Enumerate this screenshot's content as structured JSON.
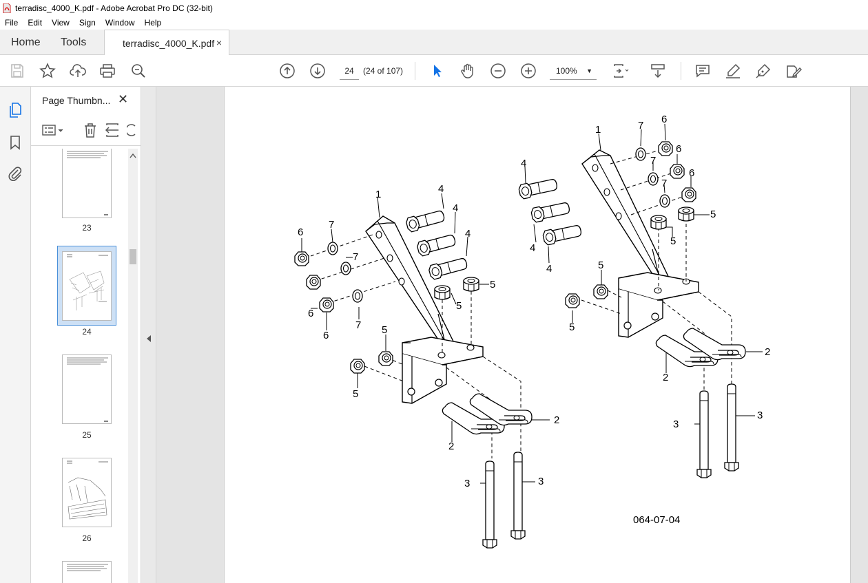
{
  "window": {
    "title": "terradisc_4000_K.pdf - Adobe Acrobat Pro DC (32-bit)"
  },
  "menu": {
    "items": [
      "File",
      "Edit",
      "View",
      "Sign",
      "Window",
      "Help"
    ]
  },
  "tabs": {
    "home": "Home",
    "tools": "Tools",
    "document": "terradisc_4000_K.pdf",
    "close": "×"
  },
  "toolbar": {
    "page_current": "24",
    "page_count": "(24 of 107)",
    "zoom": "100%"
  },
  "panel": {
    "title": "Page Thumbn...",
    "close": "✕"
  },
  "thumbnails": [
    {
      "label": "23"
    },
    {
      "label": "24",
      "selected": true
    },
    {
      "label": "25"
    },
    {
      "label": "26"
    }
  ],
  "drawing": {
    "part_number": "064-07-04",
    "callouts_left": [
      "1",
      "4",
      "4",
      "4",
      "6",
      "7",
      "7",
      "6",
      "7",
      "6",
      "5",
      "5",
      "5",
      "5",
      "2",
      "2",
      "3",
      "3"
    ],
    "callouts_right": [
      "1",
      "7",
      "6",
      "6",
      "6",
      "7",
      "7",
      "4",
      "4",
      "4",
      "5",
      "5",
      "5",
      "5",
      "2",
      "2",
      "3",
      "3"
    ]
  }
}
